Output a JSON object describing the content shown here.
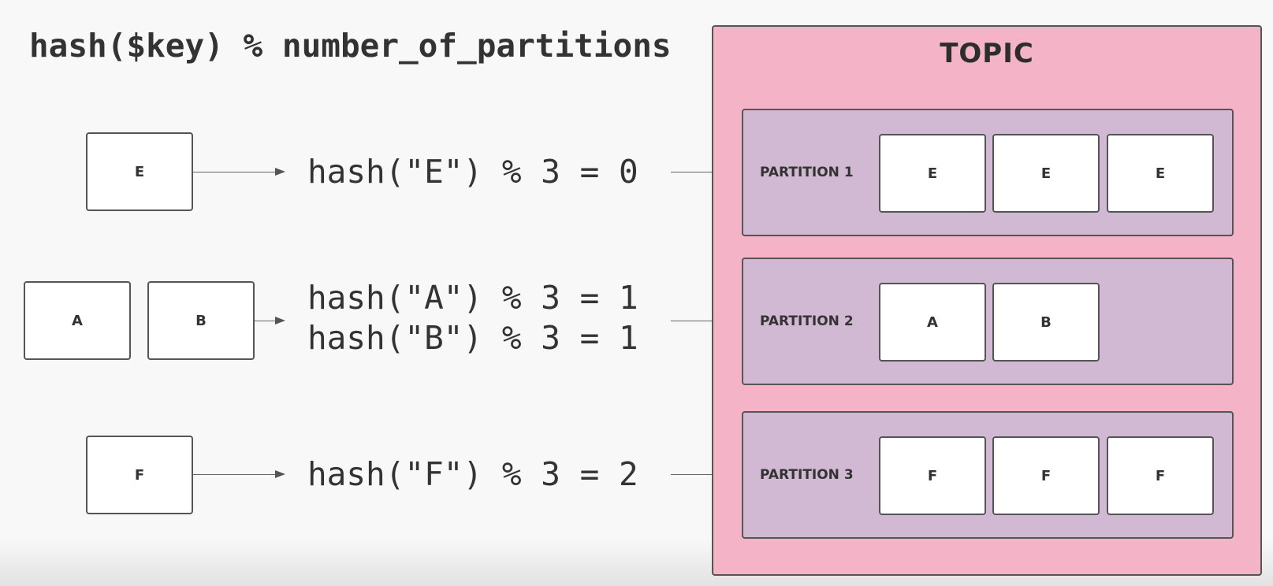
{
  "title": "hash($key) % number_of_partitions",
  "messages": {
    "row1": [
      "E"
    ],
    "row2": [
      "A",
      "B"
    ],
    "row3": [
      "F"
    ]
  },
  "expressions": {
    "row1": [
      "hash(\"E\") % 3 = 0"
    ],
    "row2": [
      "hash(\"A\") % 3 = 1",
      "hash(\"B\") % 3 = 1"
    ],
    "row3": [
      "hash(\"F\") % 3 = 2"
    ]
  },
  "topic": {
    "title": "TOPIC",
    "partitions": [
      {
        "label": "PARTITION 1",
        "records": [
          "E",
          "E",
          "E"
        ]
      },
      {
        "label": "PARTITION 2",
        "records": [
          "A",
          "B"
        ]
      },
      {
        "label": "PARTITION 3",
        "records": [
          "F",
          "F",
          "F"
        ]
      }
    ]
  },
  "colors": {
    "topic_fill": "#f4b3c7",
    "partition_fill": "#d2b9d3",
    "box_fill": "#ffffff",
    "stroke": "#555555"
  }
}
